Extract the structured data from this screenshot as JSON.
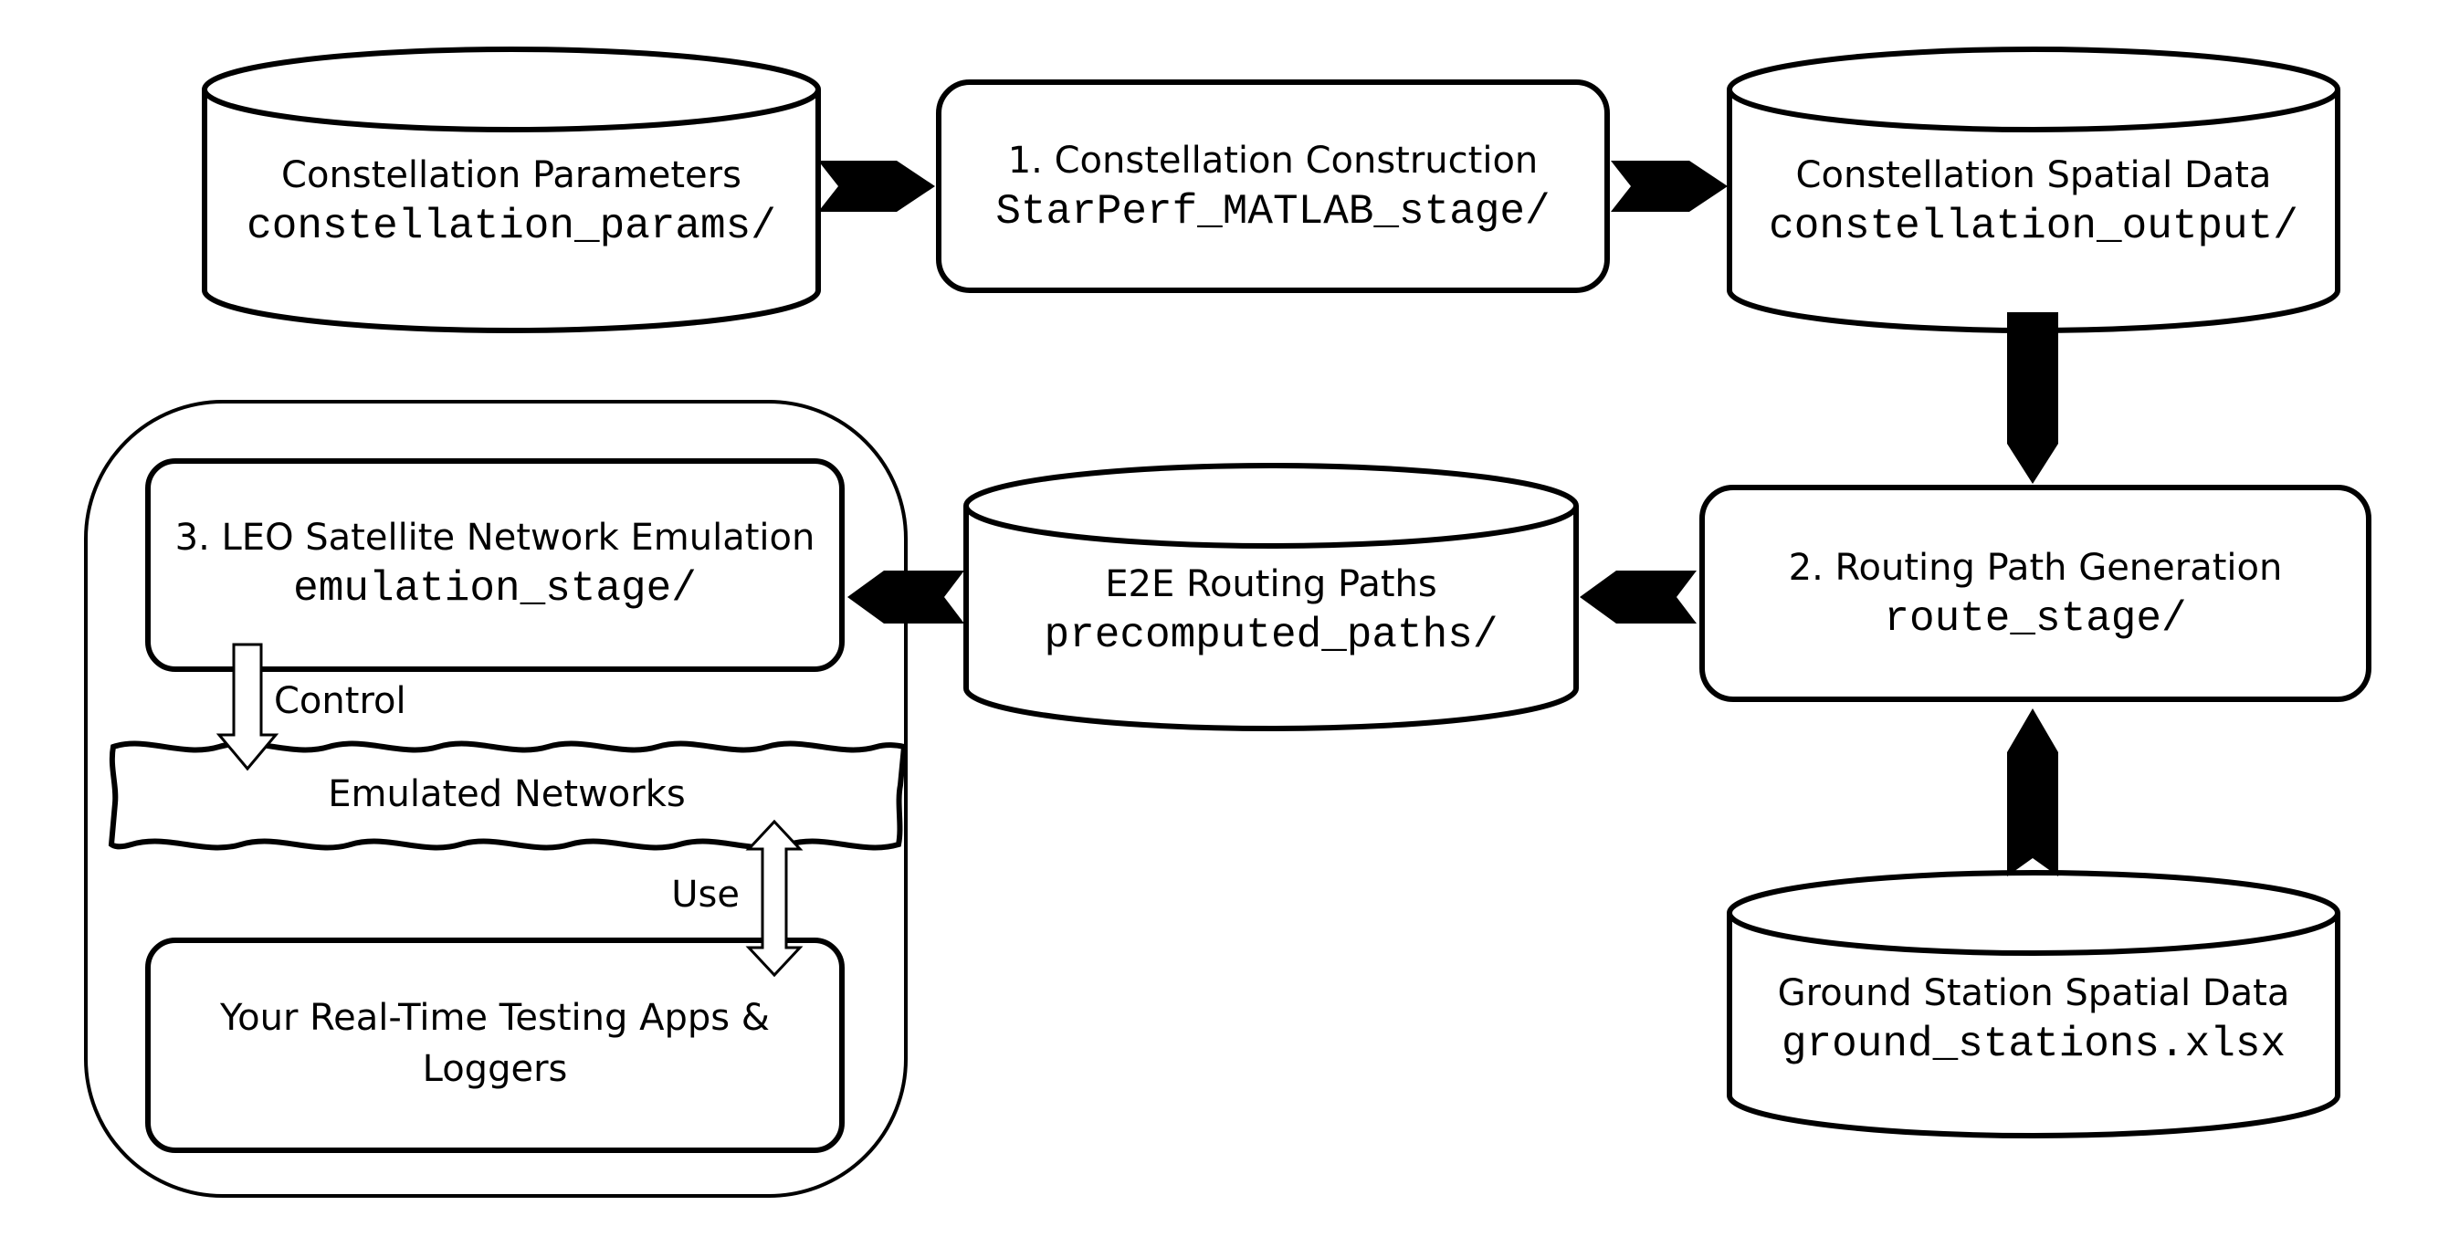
{
  "nodes": {
    "constellation_params": {
      "title": "Constellation Parameters",
      "path": "constellation_params/"
    },
    "constellation_construction": {
      "title": "1. Constellation Construction",
      "path": "StarPerf_MATLAB_stage/"
    },
    "constellation_spatial": {
      "title": "Constellation Spatial Data",
      "path": "constellation_output/"
    },
    "routing_generation": {
      "title": "2. Routing Path Generation",
      "path": "route_stage/"
    },
    "routing_paths": {
      "title": "E2E Routing Paths",
      "path": "precomputed_paths/"
    },
    "ground_stations": {
      "title": "Ground Station Spatial Data",
      "path": "ground_stations.xlsx"
    },
    "emulation": {
      "title": "3. LEO Satellite Network Emulation",
      "path": "emulation_stage/"
    },
    "emulated_networks": {
      "title": "Emulated Networks"
    },
    "apps": {
      "line1": "Your Real-Time Testing Apps &",
      "line2": "Loggers"
    }
  },
  "labels": {
    "control": "Control",
    "use": "Use"
  },
  "colors": {
    "stroke": "#000000",
    "fill": "#ffffff",
    "arrow": "#000000"
  }
}
